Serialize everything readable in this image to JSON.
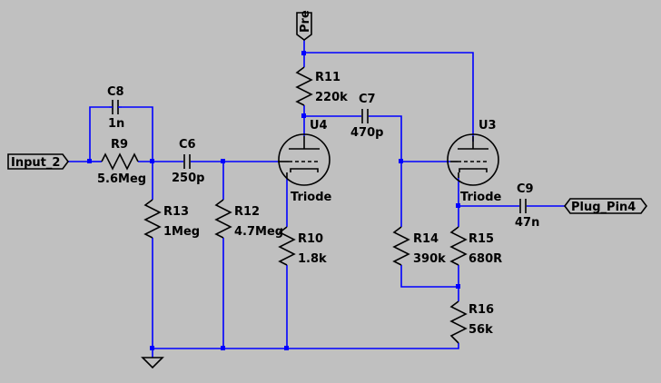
{
  "diagram": {
    "background": "#c0c0c0",
    "wire_color": "#0000ff",
    "component_color": "#000000",
    "net_flags": {
      "pre": "Pre",
      "input": "Input_2",
      "output": "Plug_Pin4"
    },
    "components": {
      "c8": {
        "name": "C8",
        "value": "1n"
      },
      "r9": {
        "name": "R9",
        "value": "5.6Meg"
      },
      "c6": {
        "name": "C6",
        "value": "250p"
      },
      "r13": {
        "name": "R13",
        "value": "1Meg"
      },
      "r12": {
        "name": "R12",
        "value": "4.7Meg"
      },
      "r11": {
        "name": "R11",
        "value": "220k"
      },
      "u4": {
        "name": "U4",
        "value": "Triode"
      },
      "c7": {
        "name": "C7",
        "value": "470p"
      },
      "r10": {
        "name": "R10",
        "value": "1.8k"
      },
      "u3": {
        "name": "U3",
        "value": "Triode"
      },
      "r14": {
        "name": "R14",
        "value": "390k"
      },
      "r15": {
        "name": "R15",
        "value": "680R"
      },
      "c9": {
        "name": "C9",
        "value": "47n"
      },
      "r16": {
        "name": "R16",
        "value": "56k"
      }
    }
  }
}
